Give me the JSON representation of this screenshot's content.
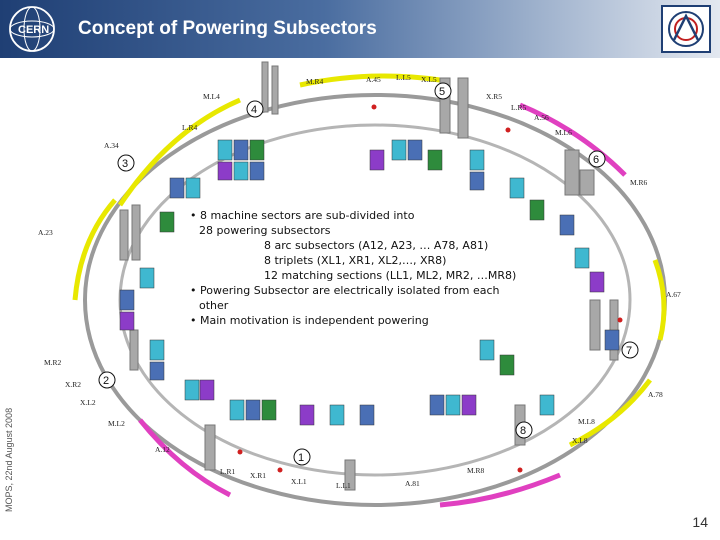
{
  "header": {
    "title": "Concept of Powering Subsectors",
    "left_logo_text": "CERN"
  },
  "footer": {
    "side_text": "MOPS, 22nd August 2008",
    "page_number": "14"
  },
  "colors": {
    "header_dark": "#1f3f74",
    "arc_yellow": "#e8e800",
    "arc_magenta": "#e040c0",
    "cryostat_grey": "#9a9a9a",
    "module_blue": "#4a6fb5",
    "module_cyan": "#3fb8d0",
    "module_green": "#2e8b3c",
    "module_purple": "#8c3cc8"
  },
  "bullets": [
    "• 8 machine sectors are sub-divided into",
    "28 powering subsectors",
    "8 arc subsectors (A12, A23, … A78, A81)",
    "8 triplets (XL1, XR1, XL2,…, XR8)",
    "12 matching sections (LL1, ML2, MR2, …MR8)",
    "• Powering Subsector are electrically isolated from each",
    "other",
    "• Main motivation is independent powering"
  ],
  "point_numbers": [
    "1",
    "2",
    "3",
    "4",
    "5",
    "6",
    "7",
    "8"
  ],
  "ring_labels": {
    "top": [
      "M.R4",
      "A.45",
      "L.L5",
      "X.L5",
      "X.R5",
      "L.R5",
      "A.56",
      "M.L6",
      "M.L4",
      "L.R4",
      "A.34"
    ],
    "left": [
      "A.23",
      "M.R2",
      "X.R2",
      "X.L2",
      "M.L2",
      "A.12"
    ],
    "right": [
      "M.R6",
      "A.67",
      "A.78",
      "M.L8",
      "X.L8",
      "M.R8"
    ],
    "bottom": [
      "L.R1",
      "X.R1",
      "X.L1",
      "L.L1",
      "A.81"
    ]
  }
}
